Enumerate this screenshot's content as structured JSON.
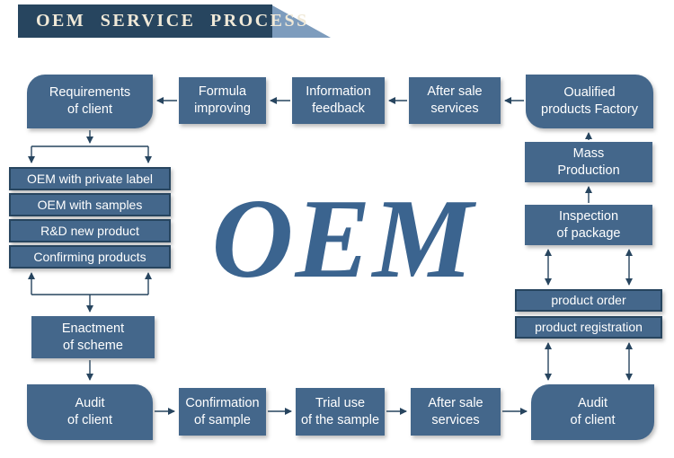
{
  "header": {
    "title": "OEM SERVICE PROCESS"
  },
  "watermark": "OEM",
  "colors": {
    "header_bar": "#27455f",
    "header_fold": "#7d9cbd",
    "box_fill": "#44678b",
    "box_border": "#27455f",
    "arrow": "#27455f",
    "watermark_text": "#3b648f",
    "title_text": "#f0e9d8"
  },
  "nodes": {
    "requirements": "Requirements\nof client",
    "formula": "Formula\nimproving",
    "info_feedback": "Information\nfeedback",
    "after_sale_top": "After sale\nservices",
    "qualified_factory": "Oualified\nproducts Factory",
    "oem_private_label": "OEM with private label",
    "oem_samples": "OEM with samples",
    "rd_new_product": "R&D new product",
    "confirming_products": "Confirming products",
    "enactment": "Enactment\nof scheme",
    "audit_left": "Audit\nof client",
    "confirmation_sample": "Confirmation\nof sample",
    "trial_use": "Trial use\nof the sample",
    "after_sale_bottom": "After sale\nservices",
    "audit_right": "Audit\nof client",
    "mass_production": "Mass\nProduction",
    "inspection_package": "Inspection\nof package",
    "product_order": "product order",
    "product_registration": "product registration"
  }
}
